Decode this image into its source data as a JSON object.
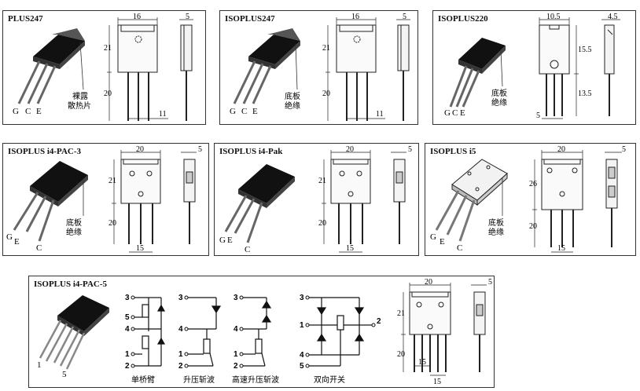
{
  "panels": [
    {
      "title": "PLUS247",
      "dims": {
        "width_top": "16",
        "side_top": "5",
        "height_top": "21",
        "height_leads": "20",
        "bottom": "11"
      },
      "pins": [
        "G",
        "C",
        "E"
      ],
      "note_line1": "裸露",
      "note_line2": "散热片"
    },
    {
      "title": "ISOPLUS247",
      "dims": {
        "width_top": "16",
        "side_top": "5",
        "height_top": "21",
        "height_leads": "20",
        "bottom": "11"
      },
      "pins": [
        "G",
        "C",
        "E"
      ],
      "note_line1": "底板",
      "note_line2": "绝缘"
    },
    {
      "title": "ISOPLUS220",
      "dims": {
        "width_top": "10.5",
        "side_top": "4.5",
        "height_top": "15.5",
        "height_leads": "13.5",
        "bottom": "5"
      },
      "pins": [
        "G",
        "C",
        "E"
      ],
      "note_line1": "底板",
      "note_line2": "绝缘"
    },
    {
      "title": "ISOPLUS i4-PAC-3",
      "dims": {
        "width_top": "20",
        "side_top": "5",
        "height_top": "21",
        "height_leads": "20",
        "bottom": "15"
      },
      "pins": [
        "G",
        "E",
        "C"
      ],
      "note_line1": "底板",
      "note_line2": "绝缘"
    },
    {
      "title": "ISOPLUS i4-Pak",
      "dims": {
        "width_top": "20",
        "side_top": "5",
        "height_top": "21",
        "height_leads": "20",
        "bottom": "15"
      },
      "pins": [
        "G",
        "E",
        "C"
      ]
    },
    {
      "title": "ISOPLUS i5",
      "dims": {
        "width_top": "20",
        "side_top": "5",
        "height_top": "26",
        "height_leads": "20",
        "bottom": "15"
      },
      "pins": [
        "G",
        "E",
        "C"
      ],
      "note_line1": "底板",
      "note_line2": "绝缘"
    },
    {
      "title": "ISOPLUS i4-PAC-5",
      "dims": {
        "width_top": "20",
        "side_top": "5",
        "height_top": "21",
        "height_leads": "20",
        "bottom": "15"
      },
      "pins": [
        "1",
        "5"
      ]
    }
  ],
  "circuits": {
    "half_bridge": {
      "label": "单桥臂",
      "pins": [
        "3",
        "5",
        "4",
        "1",
        "2"
      ]
    },
    "boost": {
      "label": "升压斩波",
      "pins": [
        "3",
        "4",
        "1",
        "2"
      ]
    },
    "fast_boost": {
      "label": "高速升压斩波",
      "pins": [
        "3",
        "4",
        "1",
        "2"
      ]
    },
    "bidirectional": {
      "label": "双向开关",
      "pins": [
        "3",
        "1",
        "4",
        "5",
        "2"
      ]
    }
  }
}
